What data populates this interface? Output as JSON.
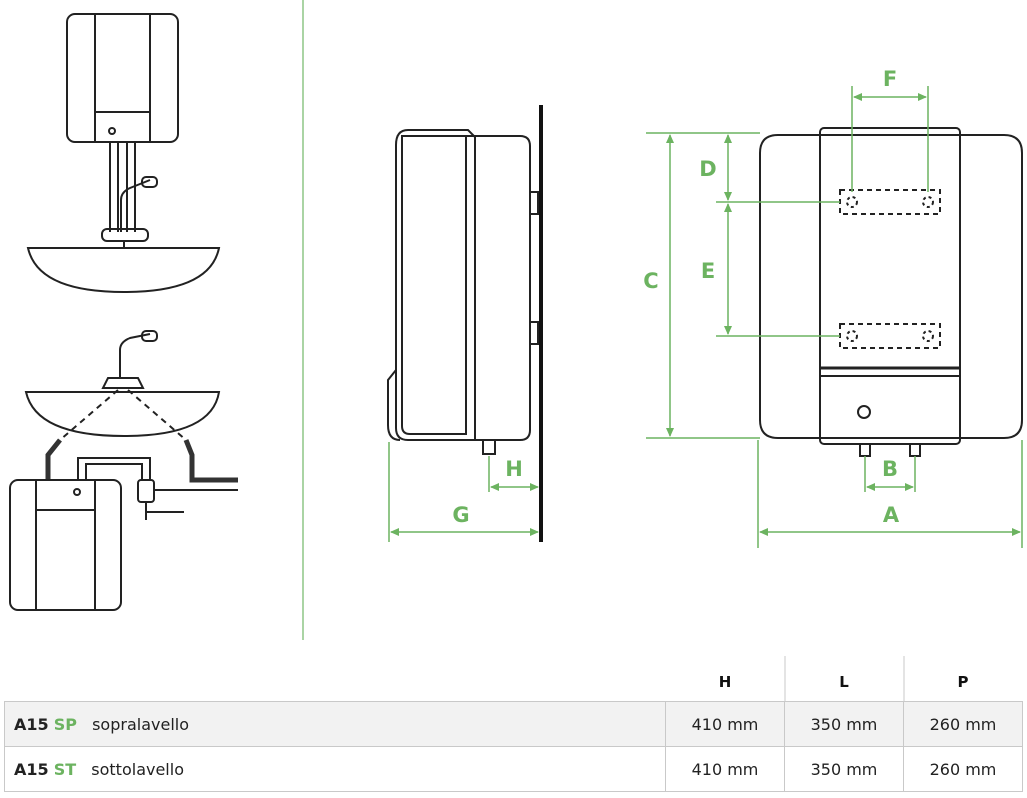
{
  "dimension_labels": {
    "A": "A",
    "B": "B",
    "C": "C",
    "D": "D",
    "E": "E",
    "F": "F",
    "G": "G",
    "H": "H"
  },
  "colors": {
    "accent_green": "#6cb360",
    "outline": "#222222",
    "row_alt": "#f2f2f2"
  },
  "table": {
    "columns": [
      "H",
      "L",
      "P"
    ],
    "rows": [
      {
        "code": "A15",
        "suffix": "SP",
        "desc": "sopralavello",
        "values": [
          "410 mm",
          "350 mm",
          "260 mm"
        ]
      },
      {
        "code": "A15",
        "suffix": "ST",
        "desc": "sottolavello",
        "values": [
          "410 mm",
          "350 mm",
          "260 mm"
        ]
      }
    ]
  }
}
